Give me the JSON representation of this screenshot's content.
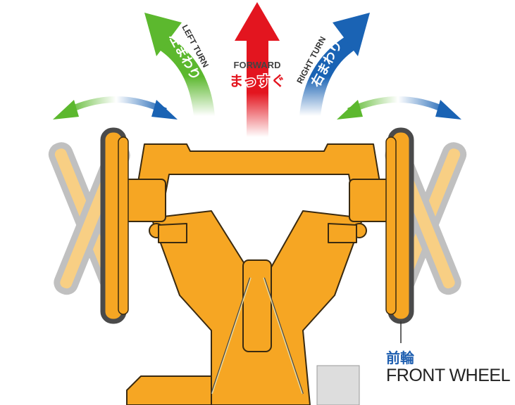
{
  "arrows": {
    "left_turn": {
      "en": "LEFT TURN",
      "jp": "左まわり",
      "color": "#5cb82e"
    },
    "forward": {
      "en": "FORWARD",
      "jp": "まっすぐ",
      "color": "#e3151f"
    },
    "right_turn": {
      "en": "RIGHT TURN",
      "jp": "右まわり",
      "color": "#1a63b4"
    }
  },
  "callout": {
    "jp": "前輪",
    "en": "FRONT WHEEL"
  },
  "colors": {
    "chassis": "#f6a623",
    "outline": "#3a2a10",
    "tire": "#4a4a4a",
    "ghost": "#b5b5b5"
  }
}
